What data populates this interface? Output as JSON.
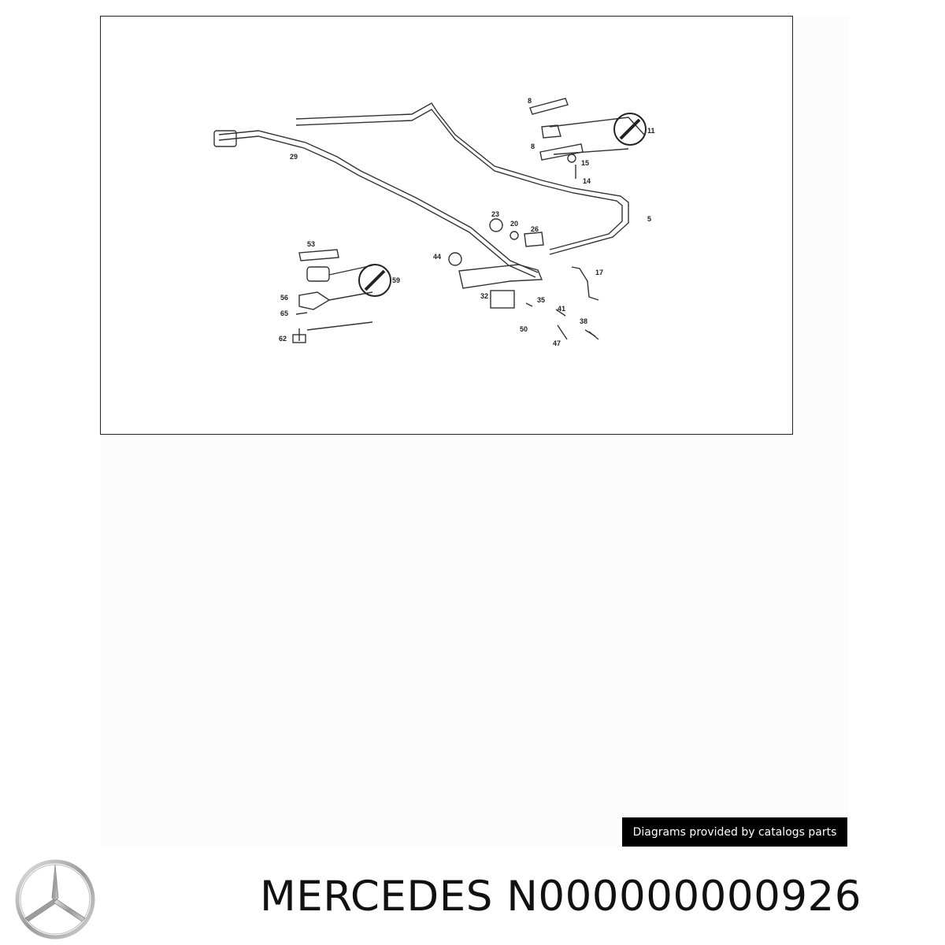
{
  "diagram": {
    "callouts": [
      "8",
      "11",
      "8",
      "15",
      "14",
      "29",
      "5",
      "23",
      "20",
      "26",
      "53",
      "44",
      "17",
      "59",
      "56",
      "65",
      "32",
      "35",
      "41",
      "38",
      "50",
      "47",
      "62"
    ]
  },
  "credit": {
    "text": "Diagrams provided by catalogs parts"
  },
  "header": {
    "brand": "MERCEDES",
    "part_number": "N000000000926"
  },
  "icons": {
    "logo": "mercedes-star-logo-icon",
    "wrench": "wrench-icon"
  }
}
